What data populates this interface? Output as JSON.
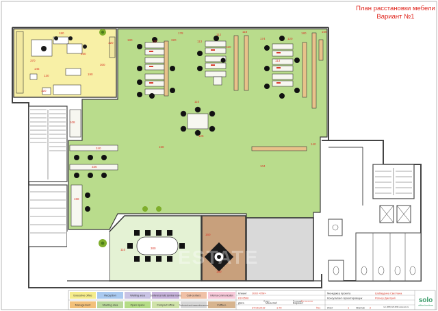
{
  "title": {
    "line1": "План расстановки мебели",
    "line2": "Вариант №1"
  },
  "colors": {
    "open_space": "#b9dc8c",
    "executive": "#f8f0a6",
    "meeting": "#e4f2d4",
    "coffee": "#c8a07c",
    "compact": "#d9d9d9",
    "wall": "#444444",
    "dimension": "#d93a2b"
  },
  "dimensions": [
    "370",
    "180",
    "145",
    "190",
    "120",
    "180",
    "320",
    "120",
    "320",
    "178",
    "113",
    "112",
    "118",
    "174",
    "120",
    "113",
    "180",
    "150",
    "110",
    "125",
    "240",
    "140",
    "336",
    "158",
    "158",
    "108",
    "104",
    "110",
    "300",
    "160",
    "180",
    "130",
    "260",
    "120",
    "300"
  ],
  "legend": {
    "row1": [
      "Executive office",
      "Reception",
      "Waiting area",
      "Conference halls seminar rooms",
      "Call-centers",
      "Informal communication"
    ],
    "row2": [
      "Management",
      "Meeting area",
      "Open space",
      "Compact office",
      "Technical and supporting areas",
      "Coffee+"
    ],
    "colors1": [
      "#f5ec8c",
      "#a9c9ef",
      "#c9c3e4",
      "#c7b3db",
      "#f0c1a6",
      "#f7c9d9"
    ],
    "colors2": [
      "#f2c07a",
      "#b9d89a",
      "#b5dc86",
      "#cfe2a8",
      "#d5d5d5",
      "#d7b48e"
    ]
  },
  "title_block": {
    "client_label": "Клиент",
    "client_value": "ООО «ПМ»",
    "project_manager_label": "Менеджер проекта",
    "project_manager_value": "Шабардина Светлана",
    "code_value": "К103598",
    "consultant_label": "Консультант-проектировщик",
    "consultant_value": "Ратнер Дмитрий",
    "date_label": "Дата",
    "date_value": "24.05.2019",
    "scale_label": "Масштаб",
    "scale_value": "1:75",
    "variant_label": "Вариант",
    "variant_value": "№1",
    "sheet_label": "Лист",
    "sheet_value": "1",
    "sheets_label": "Листов",
    "sheets_value": "2",
    "dept_label": "Отдел",
    "area_label": "Площадь",
    "area_value": "Вычисление",
    "contact_value": "тел.(495) 223-0034 www.solo.ru"
  },
  "logo": {
    "brand": "solo",
    "tagline": "office furniture"
  },
  "watermark": "ESTATE"
}
